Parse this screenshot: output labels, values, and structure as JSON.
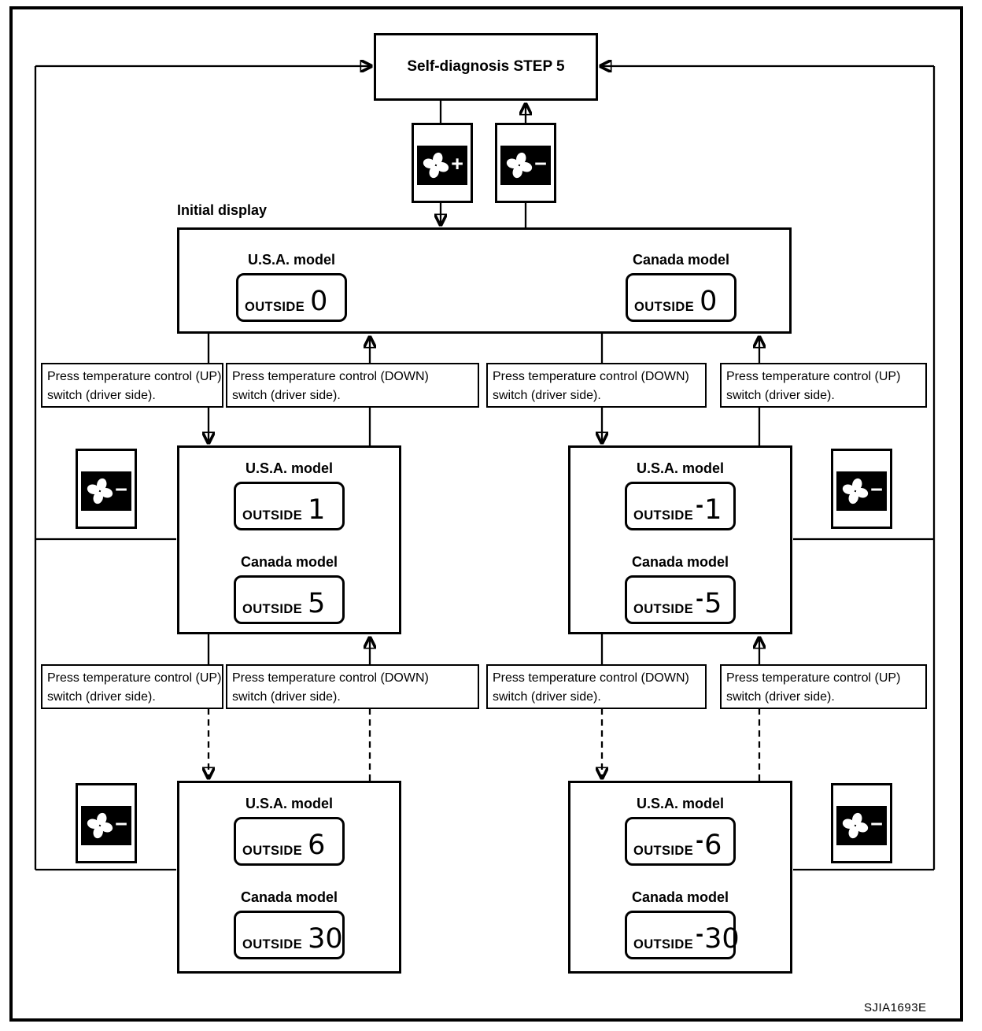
{
  "title": "Self-diagnosis STEP 5",
  "figure_code": "SJIA1693E",
  "labels": {
    "initial_display": "Initial display",
    "usa_model": "U.S.A. model",
    "canada_model": "Canada model",
    "outside": "OUTSIDE"
  },
  "buttons": {
    "fan_up_label": "+",
    "fan_down_label": "−"
  },
  "press": {
    "up": {
      "line1": "Press temperature control (UP)",
      "line2": "switch (driver side)."
    },
    "down": {
      "line1": "Press temperature control (DOWN)",
      "line2": "switch (driver side)."
    }
  },
  "states": {
    "initial": {
      "usa": "0",
      "canada": "0"
    },
    "step_up": {
      "usa": "1",
      "canada": "5"
    },
    "step_down": {
      "usa": "-1",
      "canada": "-5"
    },
    "max_up": {
      "usa": "6",
      "canada": "30"
    },
    "max_down": {
      "usa": "-6",
      "canada": "-30"
    }
  },
  "colors": {
    "ink": "#000000",
    "paper": "#ffffff"
  }
}
